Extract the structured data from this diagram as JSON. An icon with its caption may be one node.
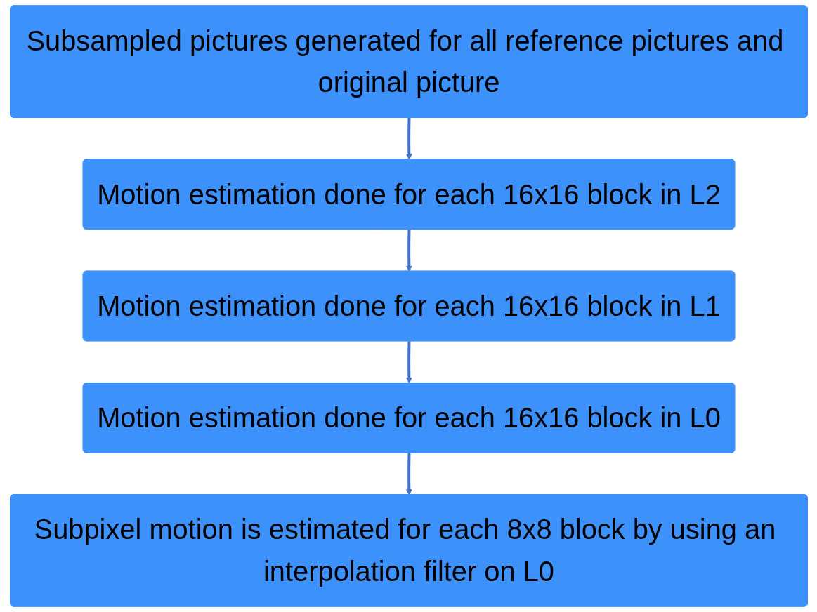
{
  "diagram": {
    "nodes": [
      {
        "text": [
          "Subsampled pictures generated for all reference pictures and original picture"
        ]
      },
      {
        "text": [
          "Motion estimation done for each 16x16 block in L2"
        ]
      },
      {
        "text": [
          "Motion estimation done for each 16x16 block in L1"
        ]
      },
      {
        "text": [
          "Motion estimation done for each 16x16 block in L0"
        ]
      },
      {
        "text": [
          "Subpixel motion is estimated for each 8x8 block by using an interpolation filter on L0"
        ]
      }
    ],
    "edges": [
      {
        "from": 0,
        "to": 1,
        "arrow": "to"
      },
      {
        "from": 1,
        "to": 2,
        "arrow": "to"
      },
      {
        "from": 2,
        "to": 3,
        "arrow": "to"
      },
      {
        "from": 3,
        "to": 4,
        "arrow": "to"
      }
    ]
  }
}
